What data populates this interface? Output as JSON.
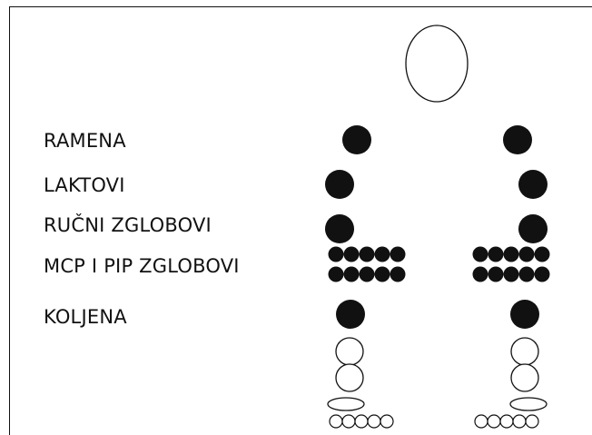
{
  "diagram": {
    "labels": {
      "shoulders": "RAMENA",
      "elbows": "LAKTOVI",
      "wrists": "RUČNI ZGLOBOVI",
      "mcp_pip": "MCP I PIP ZGLOBOVI",
      "knees": "KOLJENA"
    },
    "colors": {
      "affected": "#111111",
      "unaffected": "#ffffff",
      "outline": "#111111"
    },
    "joints": {
      "head": "unaffected",
      "shoulders": "affected",
      "elbows": "affected",
      "wrists": "affected",
      "mcp_pip": "affected",
      "knees": "affected",
      "ankles": "unaffected",
      "feet": "unaffected",
      "toes": "unaffected"
    }
  }
}
